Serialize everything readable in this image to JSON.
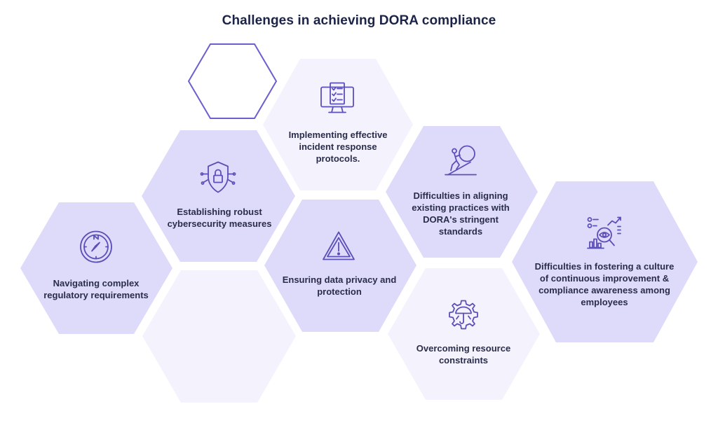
{
  "title": "Challenges in achieving DORA compliance",
  "colors": {
    "hex_dark": "#dedbfa",
    "hex_light": "#f4f2fd",
    "outline": "#6b5fcf",
    "icon": "#5b4fb8",
    "text": "#2a2d4a"
  },
  "challenges": [
    {
      "icon": "compass-icon",
      "label": "Navigating complex regulatory requirements"
    },
    {
      "icon": "shield-lock-icon",
      "label": "Establishing robust cybersecurity measures"
    },
    {
      "icon": "monitor-checklist-icon",
      "label": "Implementing effective incident response protocols."
    },
    {
      "icon": "warning-triangle-icon",
      "label": "Ensuring data privacy and protection"
    },
    {
      "icon": "push-boulder-icon",
      "label": "Difficulties in aligning existing practices with DORA's stringent standards"
    },
    {
      "icon": "gear-umbrella-icon",
      "label": "Overcoming resource constraints"
    },
    {
      "icon": "data-analysis-icon",
      "label": "Difficulties in fostering a culture of continuous improvement & compliance awareness among employees"
    }
  ]
}
